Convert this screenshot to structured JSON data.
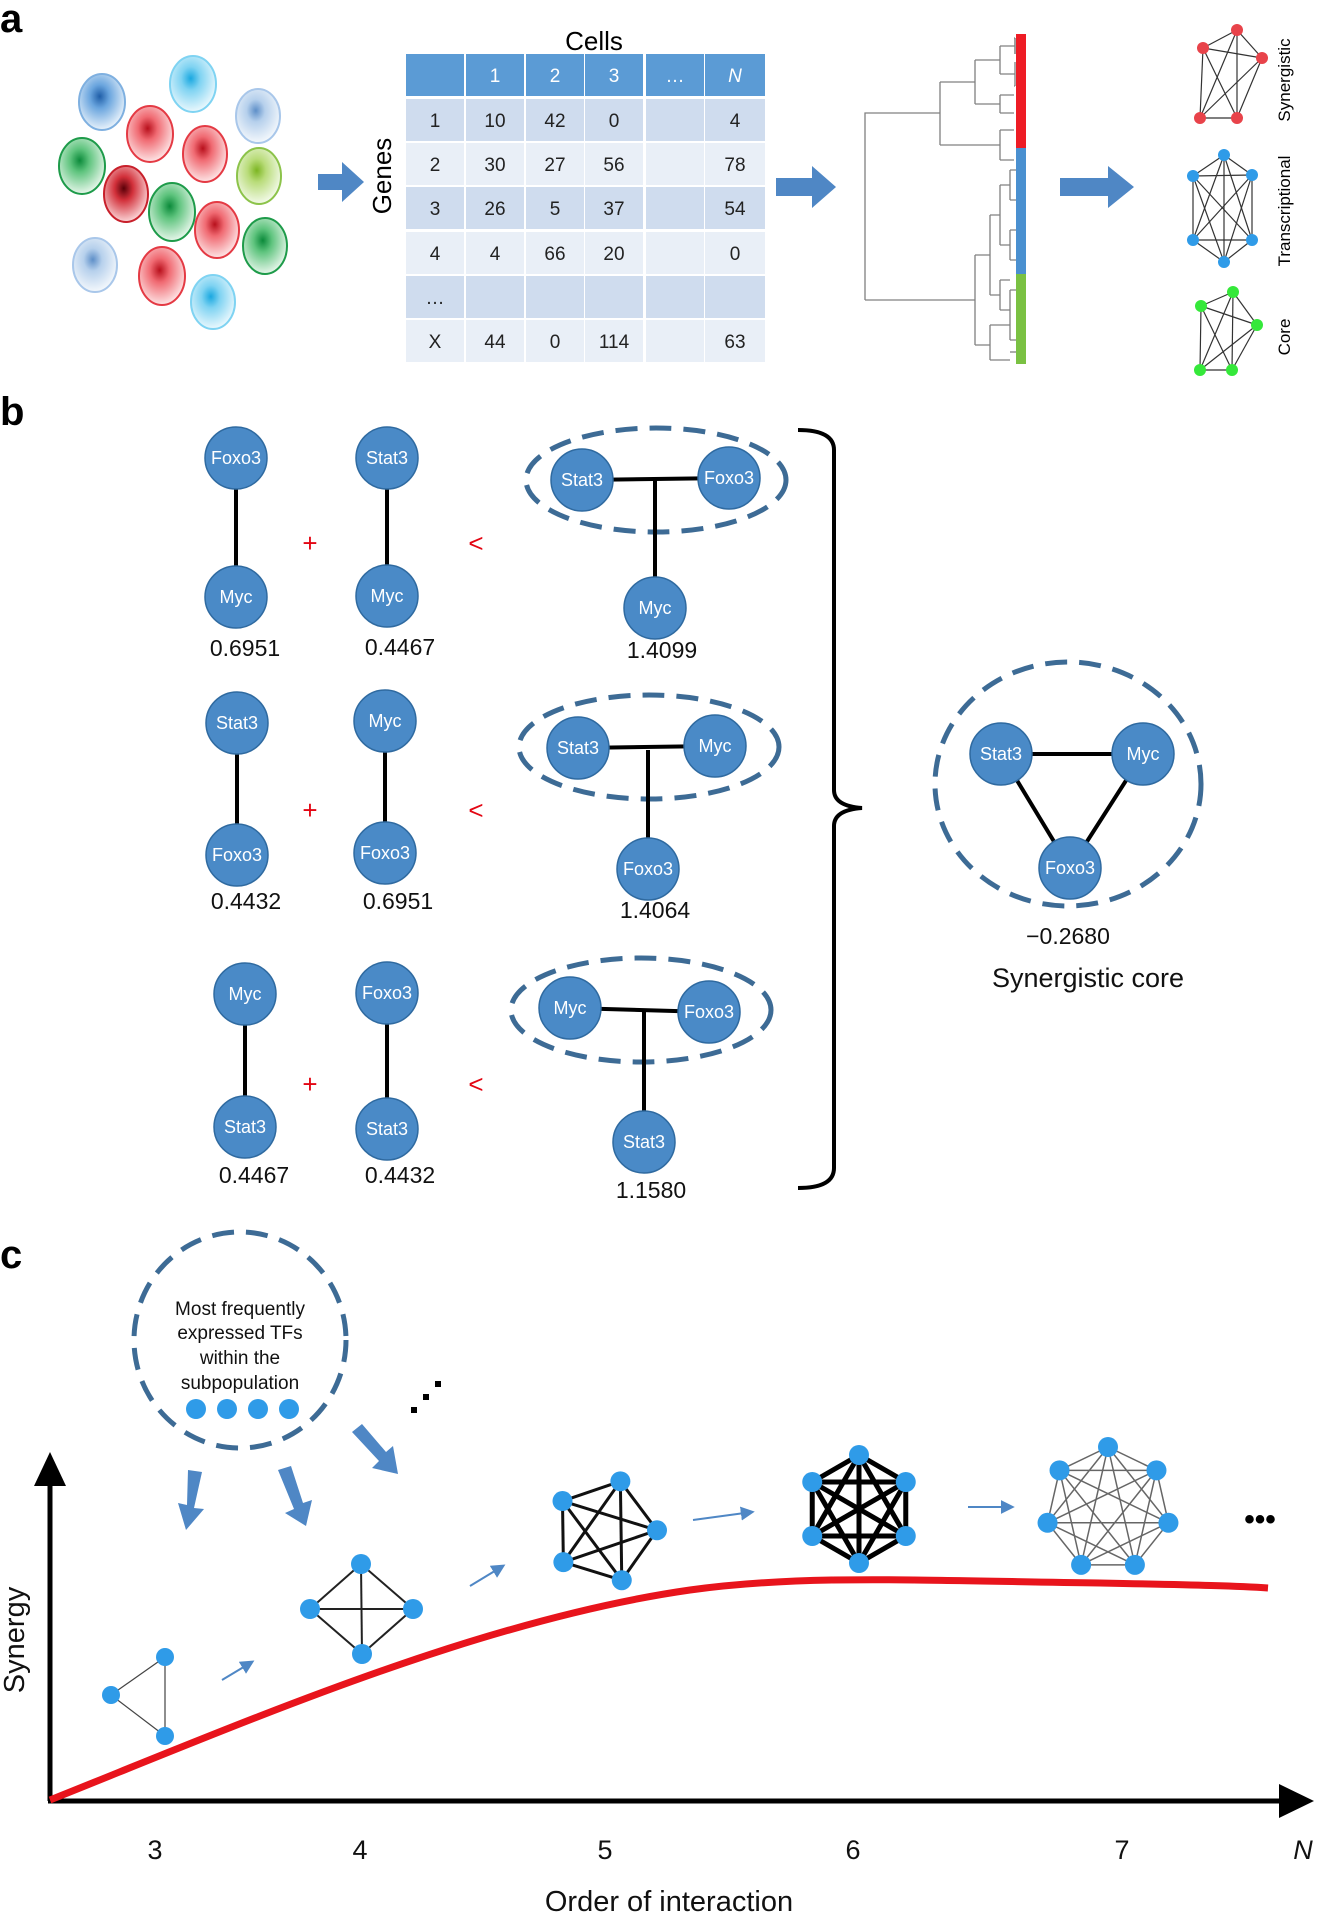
{
  "panels": {
    "a": "a",
    "b": "b",
    "c": "c"
  },
  "colors": {
    "node_blue": "#4a8ac7",
    "node_stroke": "#2f6aa0",
    "dashed_ellipse": "#3d6b95",
    "table_header": "#5b9bd5",
    "table_row_dark": "#cfdcee",
    "table_row_light": "#e9eff7",
    "cluster_red": "#ee1c25",
    "cluster_blue": "#4a90d0",
    "cluster_green": "#7ac143",
    "curve_red": "#e8141c",
    "arrow_blue": "#4f87c5",
    "net_red": "#e8434a",
    "net_blue": "#2f9be8",
    "net_green": "#35e83a",
    "dot_blue": "#2f9be8"
  },
  "panel_a": {
    "table_title": "Cells",
    "row_axis_label": "Genes",
    "header": [
      "",
      "1",
      "2",
      "3",
      "…",
      "N"
    ],
    "rows": [
      [
        "1",
        "10",
        "42",
        "0",
        "",
        "4"
      ],
      [
        "2",
        "30",
        "27",
        "56",
        "",
        "78"
      ],
      [
        "3",
        "26",
        "5",
        "37",
        "",
        "54"
      ],
      [
        "4",
        "4",
        "66",
        "20",
        "",
        "0"
      ],
      [
        "…",
        "",
        "",
        "",
        "",
        ""
      ],
      [
        "X",
        "44",
        "0",
        "114",
        "",
        "63"
      ]
    ],
    "network_labels": {
      "synergistic": "Synergistic",
      "transcriptional": "Transcriptional",
      "core": "Core"
    }
  },
  "panel_b": {
    "rows": [
      {
        "pair1": {
          "top": "Foxo3",
          "bottom": "Myc",
          "value": "0.6951"
        },
        "pair2": {
          "top": "Stat3",
          "bottom": "Myc",
          "value": "0.4467"
        },
        "triple": {
          "left": "Stat3",
          "right": "Foxo3",
          "bottom": "Myc",
          "value": "1.4099"
        }
      },
      {
        "pair1": {
          "top": "Stat3",
          "bottom": "Foxo3",
          "value": "0.4432"
        },
        "pair2": {
          "top": "Myc",
          "bottom": "Foxo3",
          "value": "0.6951"
        },
        "triple": {
          "left": "Stat3",
          "right": "Myc",
          "bottom": "Foxo3",
          "value": "1.4064"
        }
      },
      {
        "pair1": {
          "top": "Myc",
          "bottom": "Stat3",
          "value": "0.4467"
        },
        "pair2": {
          "top": "Foxo3",
          "bottom": "Stat3",
          "value": "0.4432"
        },
        "triple": {
          "left": "Myc",
          "right": "Foxo3",
          "bottom": "Stat3",
          "value": "1.1580"
        }
      }
    ],
    "plus": "+",
    "less_than": "<",
    "core": {
      "left": "Stat3",
      "right": "Myc",
      "bottom": "Foxo3",
      "value": "−0.2680",
      "label": "Synergistic core"
    }
  },
  "panel_c": {
    "bubble_lines": [
      "Most frequently",
      "expressed TFs",
      "within the",
      "subpopulation"
    ],
    "ylabel": "Synergy",
    "xlabel": "Order of interaction",
    "x_ticks": [
      "3",
      "4",
      "5",
      "6",
      "7",
      "N"
    ],
    "ellipsis": "•••"
  }
}
